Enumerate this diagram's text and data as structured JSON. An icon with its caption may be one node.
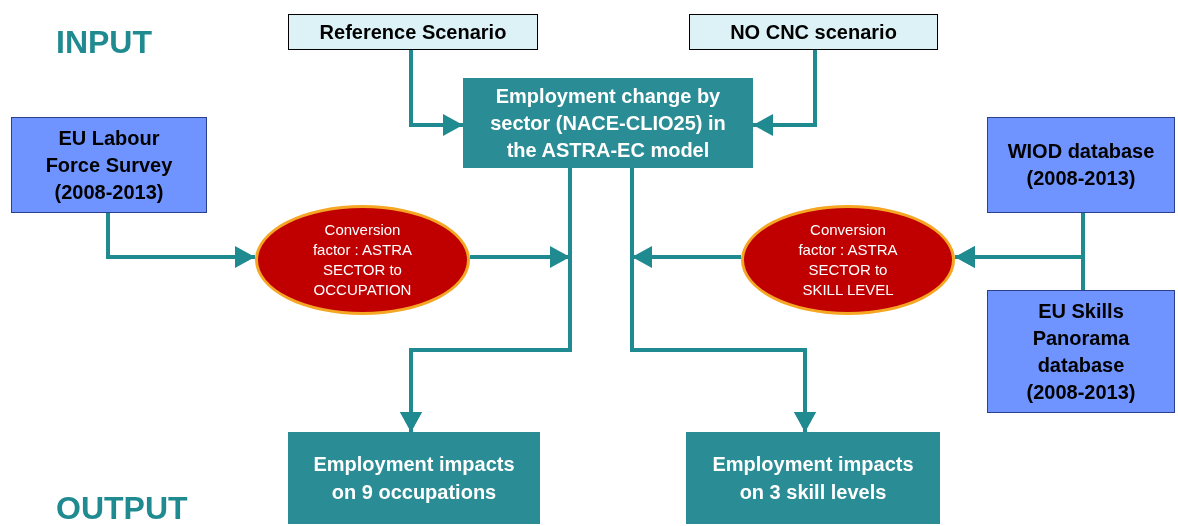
{
  "diagram": {
    "nodes": [
      {
        "text": [
          "Reference Scenario"
        ]
      },
      {
        "text": [
          "NO CNC scenario"
        ]
      },
      {
        "text": [
          "Employment change by sector (NACE-CLIO25) in the ASTRA-EC model"
        ]
      },
      {
        "text": [
          "EU Labour Force Survey (2008-2013)"
        ]
      },
      {
        "text": [
          "Conversion factor : ASTRA SECTOR to OCCUPATION"
        ]
      },
      {
        "text": [
          "Conversion factor : ASTRA SECTOR to SKILL LEVEL"
        ]
      },
      {
        "text": [
          "WIOD database (2008-2013)"
        ]
      },
      {
        "text": [
          "EU Skills Panorama database (2008-2013)"
        ]
      },
      {
        "text": [
          "Employment impacts on 9 occupations"
        ]
      },
      {
        "text": [
          "Employment impacts on 3 skill levels"
        ]
      }
    ],
    "edges": [
      {
        "from": 0,
        "to": 2,
        "arrow": "to"
      },
      {
        "from": 1,
        "to": 2,
        "arrow": "to"
      },
      {
        "from": 3,
        "to": 4,
        "arrow": "to"
      },
      {
        "from": 4,
        "to": 8,
        "arrow": "to"
      },
      {
        "from": 2,
        "to": 8,
        "arrow": "to"
      },
      {
        "from": 5,
        "to": 9,
        "arrow": "to"
      },
      {
        "from": 2,
        "to": 9,
        "arrow": "to"
      },
      {
        "from": 6,
        "to": 5,
        "arrow": "to"
      },
      {
        "from": 7,
        "to": 5,
        "arrow": "to"
      }
    ],
    "labels": [
      "INPUT",
      "OUTPUT"
    ]
  }
}
